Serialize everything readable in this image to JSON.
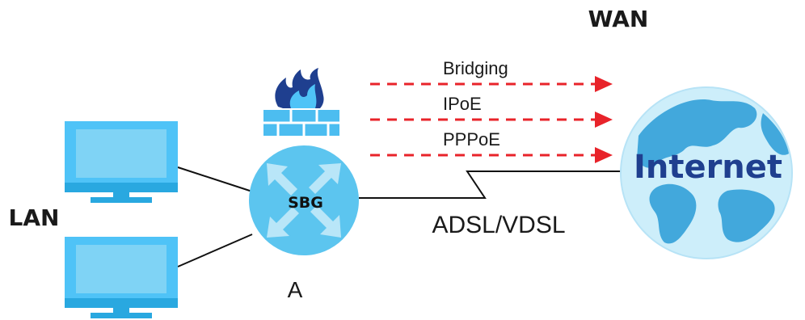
{
  "labels": {
    "wan": "WAN",
    "lan": "LAN",
    "router": "SBG",
    "router_caption": "A",
    "link": "ADSL/VDSL",
    "internet": "Internet"
  },
  "connection_types": [
    "Bridging",
    "IPoE",
    "PPPoE"
  ],
  "colors": {
    "light_blue": "#4fc3f7",
    "mid_blue": "#29a8e0",
    "dark_navy": "#1f3f8f",
    "arrow_red": "#e8232a",
    "globe_fill": "#cdeefa",
    "globe_land": "#42a8dc",
    "router_fill": "#5cc5ef",
    "router_arrows": "#b9e6f8",
    "firewall_body": "#4cbdf0"
  },
  "icons": [
    "computer-icon",
    "router-icon",
    "firewall-icon",
    "globe-icon"
  ]
}
